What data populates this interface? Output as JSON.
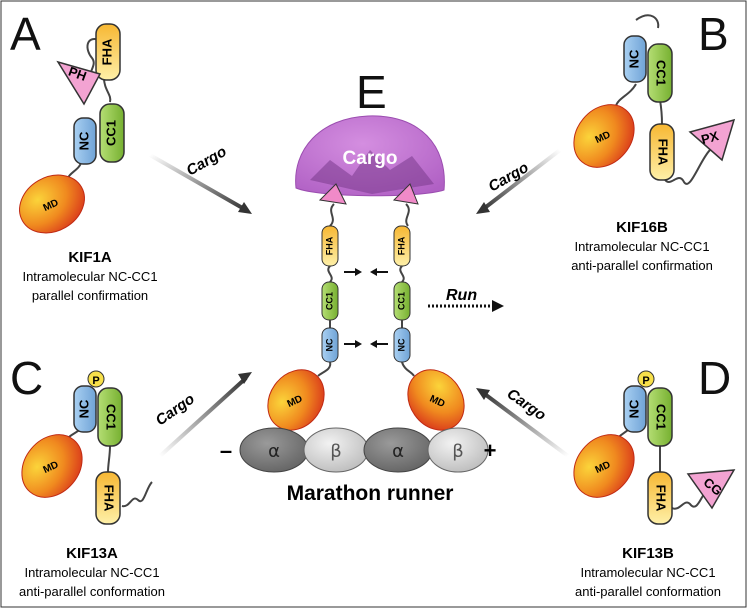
{
  "panels": {
    "A": {
      "letter": "A",
      "name": "KIF1A",
      "desc1": "Intramolecular NC-CC1",
      "desc2": "parallel confirmation"
    },
    "B": {
      "letter": "B",
      "name": "KIF16B",
      "desc1": "Intramolecular NC-CC1",
      "desc2": "anti-parallel confirmation"
    },
    "C": {
      "letter": "C",
      "name": "KIF13A",
      "desc1": "Intramolecular NC-CC1",
      "desc2": "anti-parallel conformation"
    },
    "D": {
      "letter": "D",
      "name": "KIF13B",
      "desc1": "Intramolecular NC-CC1",
      "desc2": "anti-parallel conformation"
    },
    "E": {
      "letter": "E"
    }
  },
  "domains": {
    "md": "MD",
    "nc": "NC",
    "cc1": "CC1",
    "fha": "FHA",
    "ph": "PH",
    "px": "PX",
    "cg": "CG",
    "p": "P"
  },
  "center": {
    "cargo": "Cargo",
    "run": "Run",
    "title": "Marathon runner",
    "alpha": "α",
    "beta": "β",
    "minus": "–",
    "plus": "+"
  },
  "arrows": {
    "cargo": "Cargo"
  },
  "colors": {
    "md_start": "#f7c21b",
    "md_end": "#e0401c",
    "nc": "#8ab8e6",
    "cc1": "#8cc63f",
    "fha_start": "#f5a623",
    "fha_end": "#fde68a",
    "pink": "#f08ac8",
    "cargo": "#b05bc0"
  }
}
